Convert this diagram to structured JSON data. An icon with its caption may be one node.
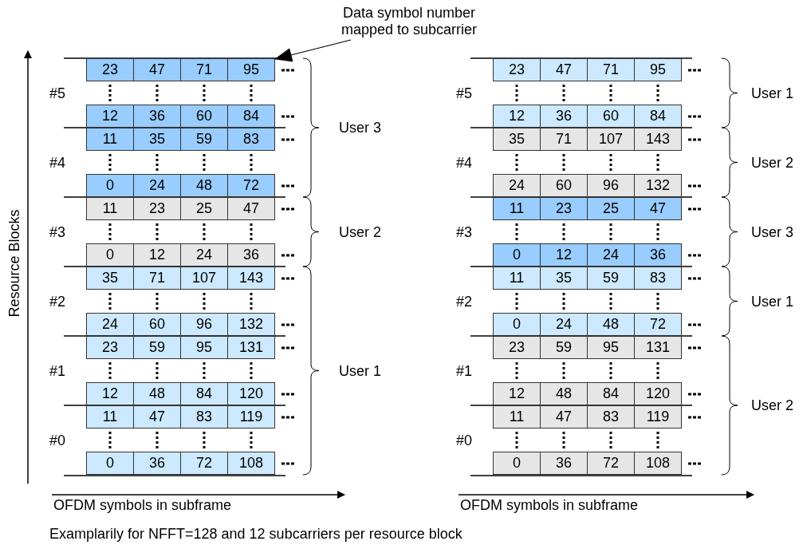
{
  "diagram": {
    "caption": "Examplarily for NFFT=128 and 12 subcarriers per resource block",
    "nodes": [
      {
        "text": [
          "Data symbol number mapped to subcarrier"
        ]
      },
      {
        "text": [
          "95"
        ]
      }
    ],
    "edges": [
      {
        "from": 0,
        "to": 1,
        "arrow": "to"
      }
    ],
    "labels": [
      "Resource Blocks",
      "23",
      "47",
      "71",
      "#5",
      "12",
      "36",
      "60",
      "84",
      "11",
      "35",
      "59",
      "83",
      "#4",
      "0",
      "24",
      "48",
      "72",
      "11",
      "23",
      "25",
      "47",
      "#3",
      "0",
      "12",
      "24",
      "36",
      "35",
      "71",
      "107",
      "143",
      "#2",
      "24",
      "60",
      "96",
      "132",
      "23",
      "59",
      "95",
      "131",
      "#1",
      "12",
      "48",
      "84",
      "120",
      "11",
      "47",
      "83",
      "119",
      "#0",
      "0",
      "36",
      "72",
      "108",
      "User 3",
      "User 2",
      "User 1",
      "OFDM symbols in subframe",
      "23",
      "47",
      "71",
      "95",
      "#5",
      "12",
      "36",
      "60",
      "84",
      "35",
      "71",
      "107",
      "143",
      "#4",
      "24",
      "60",
      "96",
      "132",
      "11",
      "23",
      "25",
      "47",
      "#3",
      "0",
      "12",
      "24",
      "36",
      "11",
      "35",
      "59",
      "83",
      "#2",
      "0",
      "24",
      "48",
      "72",
      "23",
      "59",
      "95",
      "131",
      "#1",
      "12",
      "48",
      "84",
      "120",
      "11",
      "47",
      "83",
      "119",
      "#0",
      "0",
      "36",
      "72",
      "108",
      "User 1",
      "User 2",
      "User 3",
      "User 1",
      "User 2",
      "OFDM symbols in subframe"
    ]
  }
}
